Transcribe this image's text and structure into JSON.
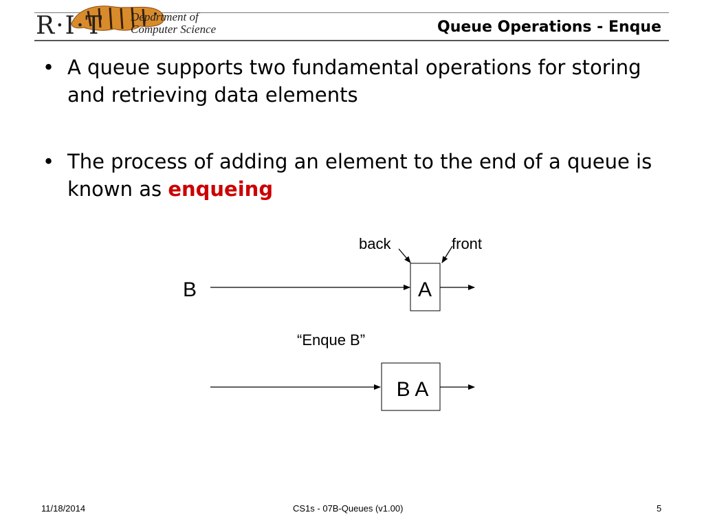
{
  "header": {
    "logo": {
      "rit": "R·I·T",
      "department_line1": "Department of",
      "department_line2": "Computer Science"
    },
    "title": "Queue Operations - Enque"
  },
  "bullets": [
    {
      "text": "A queue supports two fundamental operations for storing and retrieving data elements"
    },
    {
      "text_before": "The process of adding an element to the end of a queue is known as ",
      "highlight": "enqueing"
    }
  ],
  "diagram": {
    "label_back": "back",
    "label_front": "front",
    "before": {
      "incoming": "B",
      "queue": "A"
    },
    "caption": "“Enque B”",
    "after": {
      "queue": "B A"
    }
  },
  "footer": {
    "date": "11/18/2014",
    "course": "CS1s - 07B-Queues  (v1.00)",
    "page": "5"
  },
  "colors": {
    "highlight": "#cc0000",
    "text": "#000000",
    "rule": "#555555"
  },
  "icons": [
    "tiger-mascot-icon"
  ]
}
